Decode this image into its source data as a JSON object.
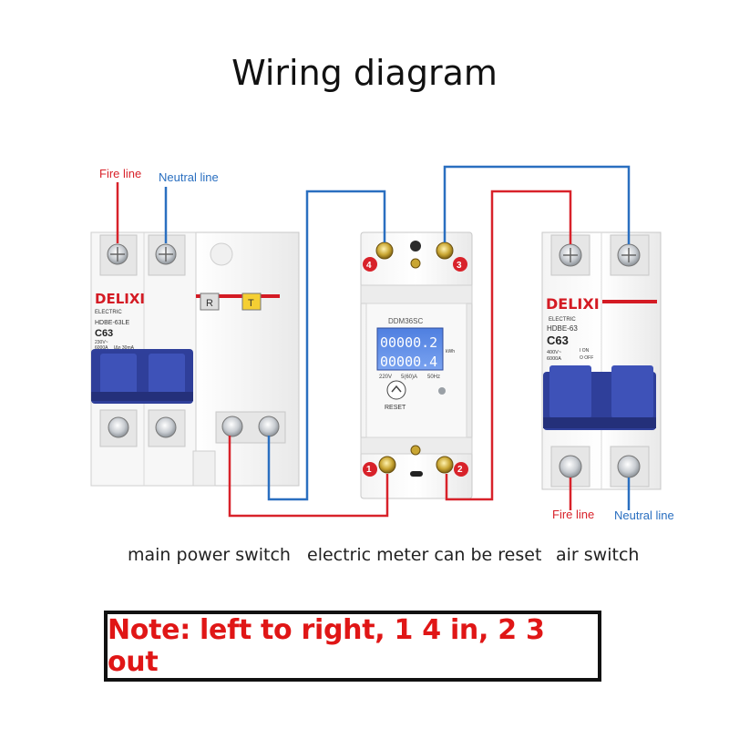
{
  "title": "Wiring diagram",
  "left_labels": {
    "fire": "Fire line",
    "neutral": "Neutral line"
  },
  "right_labels": {
    "fire": "Fire line",
    "neutral": "Neutral line"
  },
  "main_switch": {
    "brand": "DELIXI",
    "sub": "ELECTRIC",
    "model": "HDBE-63LE",
    "rating": "C63",
    "spec1": "230V~",
    "spec2": "6000A",
    "spec3": "IΔn 30mA",
    "test_r": "R",
    "test_t": "T"
  },
  "meter": {
    "model": "DDM36SC",
    "display_top": "00000.2",
    "display_bottom": "00000.4",
    "unit": "kWh",
    "spec1": "220V",
    "spec2": "5(60)A",
    "spec3": "50Hz",
    "reset": "RESET",
    "terminals": [
      "1",
      "2",
      "3",
      "4"
    ]
  },
  "air_switch": {
    "brand": "DELIXI",
    "sub": "ELECTRIC",
    "model": "HDBE-63",
    "rating": "C63",
    "spec1": "400V~",
    "spec2": "6000A",
    "on": "I ON",
    "off": "O OFF"
  },
  "captions": {
    "main": "main power switch",
    "meter": "electric meter can be reset",
    "air": "air switch"
  },
  "note": "Note: left to right, 1 4 in, 2 3 out",
  "colors": {
    "fire": "#d8222a",
    "neutral": "#2a6fc0",
    "toggle": "#2f3f9a"
  }
}
